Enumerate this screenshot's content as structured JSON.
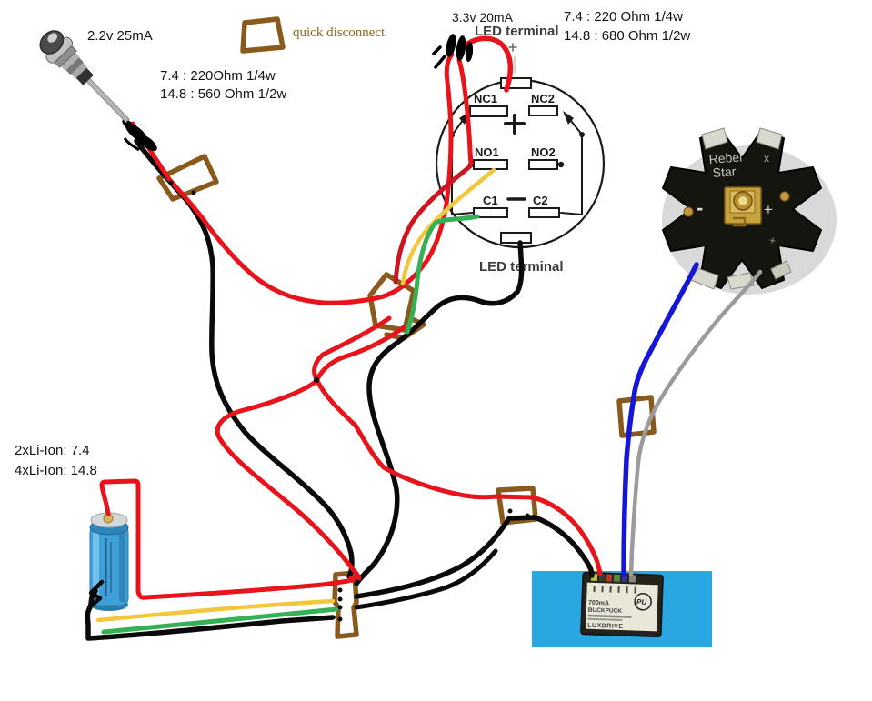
{
  "colors": {
    "wire_red": "#e8141c",
    "wire_dark_red": "#cf1420",
    "wire_black": "#0a0a0a",
    "wire_yellow": "#f2c73b",
    "wire_green": "#35b054",
    "wire_blue": "#1616d8",
    "wire_gray": "#9b9b9b",
    "disconnect_brown": "#8a591c",
    "battery_blue": "#3f9fd8",
    "driver_board_blue": "#29a7e1"
  },
  "legend": {
    "label": "quick disconnect"
  },
  "indicator_led": {
    "rating": "2.2v 25mA",
    "resistor_7_4": "7.4 : 220Ohm 1/4w",
    "resistor_14_8": "14.8 : 560 Ohm 1/2w"
  },
  "pushbutton_switch": {
    "led_rating": "3.3v 20mA",
    "terminal_label_top": "LED terminal",
    "resistor_7_4": "7.4 : 220 Ohm 1/4w",
    "resistor_14_8": "14.8 : 680 Ohm 1/2w",
    "terminal_label_bottom": "LED terminal",
    "led_plus": "+",
    "plus": "+",
    "minus": "−",
    "terminals": {
      "nc1": "NC1",
      "nc2": "NC2",
      "no1": "NO1",
      "no2": "NO2",
      "c1": "C1",
      "c2": "C2"
    }
  },
  "battery": {
    "option_2x": "2xLi-Ion: 7.4",
    "option_4x": "4xLi-Ion: 14.8"
  },
  "rebel_star_led": {
    "name_line1": "Rebel",
    "name_line2": "Star",
    "mark_top": "x",
    "minus": "-",
    "plus": "+",
    "mark_bottom": "+"
  },
  "led_driver": {
    "current": "700mA",
    "model": "BUCKPUCK",
    "brand": "LUXDRIVE",
    "logo": "PU"
  }
}
